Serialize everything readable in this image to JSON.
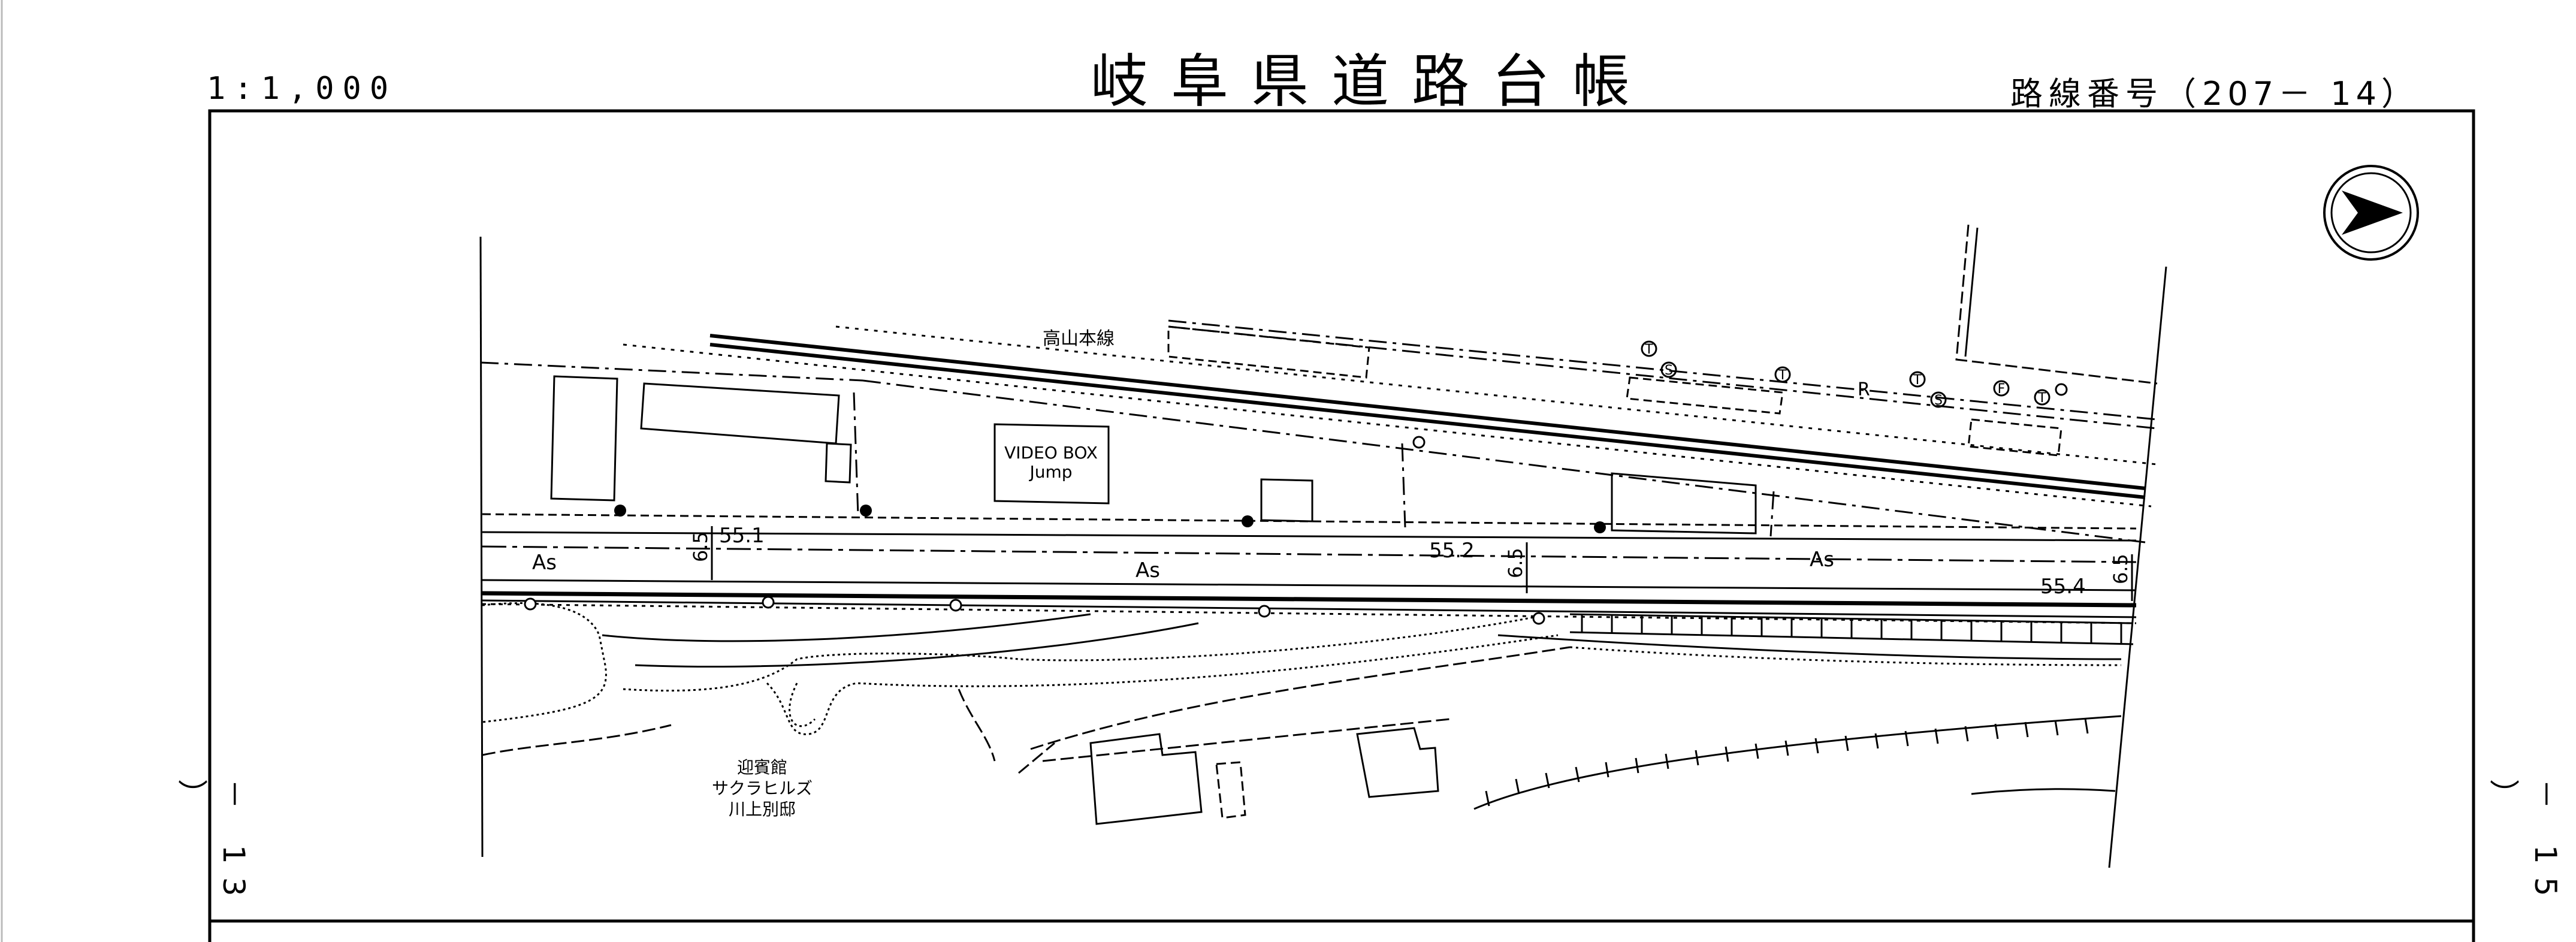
{
  "header": {
    "scale": "1:1,000",
    "title": "岐阜県道路台帳",
    "route_prefix": "路線番号（",
    "route_number": "207－ 14",
    "route_suffix": "）"
  },
  "margins": {
    "left_sheet": "－ 13 ）",
    "right_sheet": "－ 15 ）"
  },
  "map": {
    "rail_label": "高山本線",
    "shop_label_1": "VIDEO BOX",
    "shop_label_2": "Jump",
    "pavement_1": "As",
    "pavement_2": "As",
    "pavement_3": "As",
    "width_1": "6.5",
    "width_2": "6.5",
    "width_3": "6.5",
    "elev_1": "55.1",
    "elev_2": "55.2",
    "elev_3": "55.4",
    "building_1": "迎賓館",
    "building_2": "サクラヒルズ",
    "building_3": "川上別邸",
    "rail_mark": "R",
    "marker_T": "T",
    "marker_S": "S",
    "marker_F": "F",
    "north_arrow_icon": "north-arrow-icon"
  }
}
